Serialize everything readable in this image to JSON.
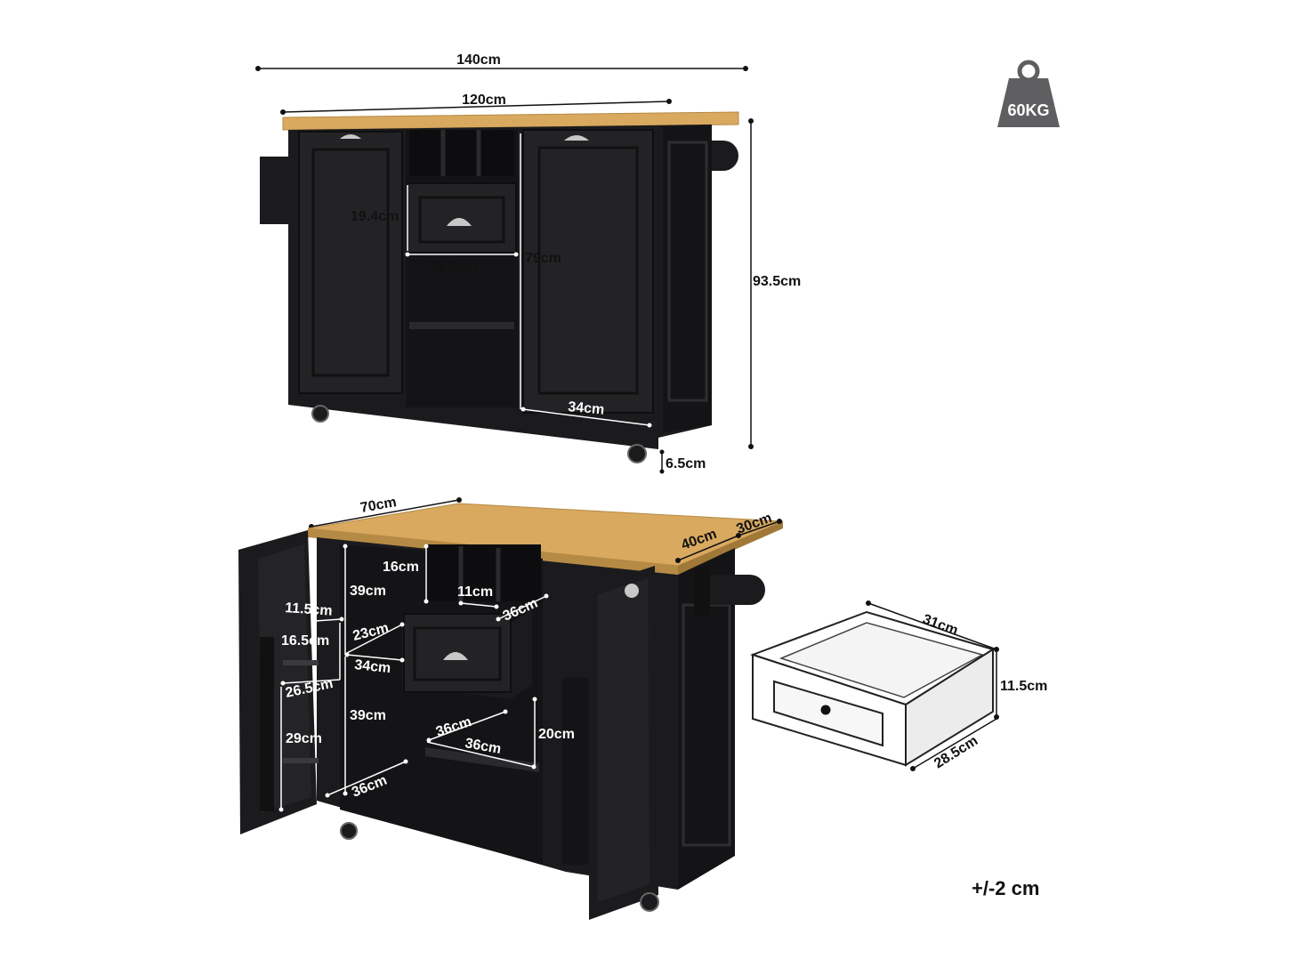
{
  "weight_badge": {
    "label": "60KG",
    "icon": "weight-icon"
  },
  "tolerance": "+/-2 cm",
  "front_view": {
    "overall_width": "140cm",
    "top_width": "120cm",
    "height": "93.5cm",
    "inner_height": "79cm",
    "drawer_height": "19.4cm",
    "drawer_width": "35.2cm",
    "door_width": "34cm",
    "caster_height": "6.5cm"
  },
  "open_view": {
    "depth": "70cm",
    "top_side_a": "40cm",
    "top_side_b": "30cm",
    "cubby_height": "16cm",
    "cubby_width": "11cm",
    "drawer_depth": "36cm",
    "upper_shelf_height": "39cm",
    "lower_shelf_height": "39cm",
    "drawer_box_height": "23cm",
    "drawer_box_width": "34cm",
    "door_shelf_gap": "11.5cm",
    "door_rail_height": "16.5cm",
    "door_shelf_width": "26.5cm",
    "door_lower_height": "29cm",
    "bottom_depth": "36cm",
    "middle_shelf_depth_a": "36cm",
    "middle_shelf_depth_b": "36cm",
    "middle_shelf_height": "20cm"
  },
  "drawer_detail": {
    "width": "31cm",
    "height": "11.5cm",
    "depth": "28.5cm"
  },
  "colors": {
    "cabinet": "#1b1b1d",
    "cabinet_panel": "#232326",
    "worktop": "#d8a95f",
    "handle": "#c8c8c8",
    "badge": "#5f5f62"
  }
}
